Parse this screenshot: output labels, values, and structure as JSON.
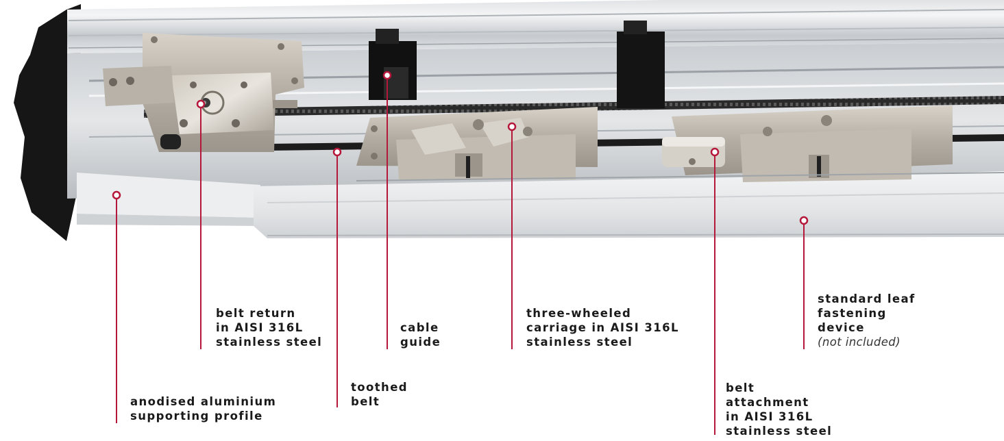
{
  "colors": {
    "accent": "#b5173a",
    "background": "#ffffff",
    "text": "#1a1a1a"
  },
  "labels": {
    "belt_return": [
      "belt return",
      "in AISI 316L",
      "stainless steel"
    ],
    "cable_guide": [
      "cable",
      "guide"
    ],
    "carriage": [
      "three-wheeled",
      "carriage in AISI 316L",
      "stainless steel"
    ],
    "leaf_device": [
      "standard leaf",
      "fastening",
      "device"
    ],
    "leaf_device_note": "(not included)",
    "toothed_belt": [
      "toothed",
      "belt"
    ],
    "profile": [
      "anodised aluminium",
      "supporting profile"
    ],
    "belt_attachment": [
      "belt",
      "attachment",
      "in AISI 316L",
      "stainless steel"
    ]
  }
}
